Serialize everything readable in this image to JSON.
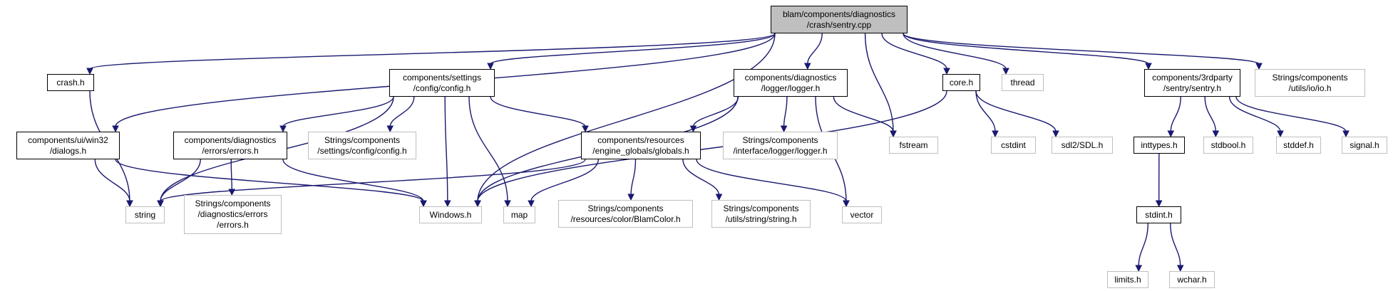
{
  "diagram": {
    "nodes": [
      {
        "id": "sentry_cpp",
        "kind": "root",
        "lines": [
          "blam/components/diagnostics",
          "/crash/sentry.cpp"
        ]
      },
      {
        "id": "crash_h",
        "kind": "linked",
        "lines": [
          "crash.h"
        ]
      },
      {
        "id": "config_h",
        "kind": "linked",
        "lines": [
          "components/settings",
          "/config/config.h"
        ]
      },
      {
        "id": "logger_h",
        "kind": "linked",
        "lines": [
          "components/diagnostics",
          "/logger/logger.h"
        ]
      },
      {
        "id": "core_h",
        "kind": "linked",
        "lines": [
          "core.h"
        ]
      },
      {
        "id": "thread",
        "kind": "external",
        "lines": [
          "thread"
        ]
      },
      {
        "id": "sentry_h",
        "kind": "linked",
        "lines": [
          "components/3rdparty",
          "/sentry/sentry.h"
        ]
      },
      {
        "id": "io_h",
        "kind": "external",
        "lines": [
          "Strings/components",
          "/utils/io/io.h"
        ]
      },
      {
        "id": "dialogs_h",
        "kind": "linked",
        "lines": [
          "components/ui/win32",
          "/dialogs.h"
        ]
      },
      {
        "id": "errors_h",
        "kind": "linked",
        "lines": [
          "components/diagnostics",
          "/errors/errors.h"
        ]
      },
      {
        "id": "str_config_h",
        "kind": "external",
        "lines": [
          "Strings/components",
          "/settings/config/config.h"
        ]
      },
      {
        "id": "globals_h",
        "kind": "linked",
        "lines": [
          "components/resources",
          "/engine_globals/globals.h"
        ]
      },
      {
        "id": "str_logger_h",
        "kind": "external",
        "lines": [
          "Strings/components",
          "/interface/logger/logger.h"
        ]
      },
      {
        "id": "fstream",
        "kind": "external",
        "lines": [
          "fstream"
        ]
      },
      {
        "id": "cstdint",
        "kind": "external",
        "lines": [
          "cstdint"
        ]
      },
      {
        "id": "sdl_h",
        "kind": "external",
        "lines": [
          "sdl2/SDL.h"
        ]
      },
      {
        "id": "inttypes_h",
        "kind": "linked",
        "lines": [
          "inttypes.h"
        ]
      },
      {
        "id": "stdbool_h",
        "kind": "external",
        "lines": [
          "stdbool.h"
        ]
      },
      {
        "id": "stddef_h",
        "kind": "external",
        "lines": [
          "stddef.h"
        ]
      },
      {
        "id": "signal_h",
        "kind": "external",
        "lines": [
          "signal.h"
        ]
      },
      {
        "id": "string",
        "kind": "external",
        "lines": [
          "string"
        ]
      },
      {
        "id": "str_errors_h",
        "kind": "external",
        "lines": [
          "Strings/components",
          "/diagnostics/errors",
          "/errors.h"
        ]
      },
      {
        "id": "windows_h",
        "kind": "external",
        "lines": [
          "Windows.h"
        ]
      },
      {
        "id": "map",
        "kind": "external",
        "lines": [
          "map"
        ]
      },
      {
        "id": "blamcolor_h",
        "kind": "external",
        "lines": [
          "Strings/components",
          "/resources/color/BlamColor.h"
        ]
      },
      {
        "id": "str_string_h",
        "kind": "external",
        "lines": [
          "Strings/components",
          "/utils/string/string.h"
        ]
      },
      {
        "id": "vector",
        "kind": "external",
        "lines": [
          "vector"
        ]
      },
      {
        "id": "stdint_h",
        "kind": "linked",
        "lines": [
          "stdint.h"
        ]
      },
      {
        "id": "limits_h",
        "kind": "external",
        "lines": [
          "limits.h"
        ]
      },
      {
        "id": "wchar_h",
        "kind": "external",
        "lines": [
          "wchar.h"
        ]
      }
    ],
    "edges": [
      [
        "sentry_cpp",
        "crash_h"
      ],
      [
        "sentry_cpp",
        "config_h"
      ],
      [
        "sentry_cpp",
        "dialogs_h"
      ],
      [
        "sentry_cpp",
        "windows_h"
      ],
      [
        "sentry_cpp",
        "logger_h"
      ],
      [
        "sentry_cpp",
        "fstream"
      ],
      [
        "sentry_cpp",
        "core_h"
      ],
      [
        "sentry_cpp",
        "thread"
      ],
      [
        "sentry_cpp",
        "sentry_h"
      ],
      [
        "sentry_cpp",
        "io_h"
      ],
      [
        "crash_h",
        "string"
      ],
      [
        "config_h",
        "string"
      ],
      [
        "config_h",
        "errors_h"
      ],
      [
        "config_h",
        "str_config_h"
      ],
      [
        "config_h",
        "globals_h"
      ],
      [
        "config_h",
        "windows_h"
      ],
      [
        "config_h",
        "map"
      ],
      [
        "dialogs_h",
        "string"
      ],
      [
        "dialogs_h",
        "windows_h"
      ],
      [
        "errors_h",
        "string"
      ],
      [
        "errors_h",
        "str_errors_h"
      ],
      [
        "errors_h",
        "windows_h"
      ],
      [
        "globals_h",
        "string"
      ],
      [
        "globals_h",
        "map"
      ],
      [
        "globals_h",
        "blamcolor_h"
      ],
      [
        "globals_h",
        "str_string_h"
      ],
      [
        "globals_h",
        "vector"
      ],
      [
        "logger_h",
        "windows_h"
      ],
      [
        "logger_h",
        "globals_h"
      ],
      [
        "logger_h",
        "str_logger_h"
      ],
      [
        "logger_h",
        "fstream"
      ],
      [
        "logger_h",
        "vector"
      ],
      [
        "core_h",
        "windows_h"
      ],
      [
        "core_h",
        "cstdint"
      ],
      [
        "core_h",
        "sdl_h"
      ],
      [
        "sentry_h",
        "inttypes_h"
      ],
      [
        "sentry_h",
        "stdbool_h"
      ],
      [
        "sentry_h",
        "stddef_h"
      ],
      [
        "sentry_h",
        "signal_h"
      ],
      [
        "inttypes_h",
        "stdint_h"
      ],
      [
        "stdint_h",
        "limits_h"
      ],
      [
        "stdint_h",
        "wchar_h"
      ]
    ]
  }
}
